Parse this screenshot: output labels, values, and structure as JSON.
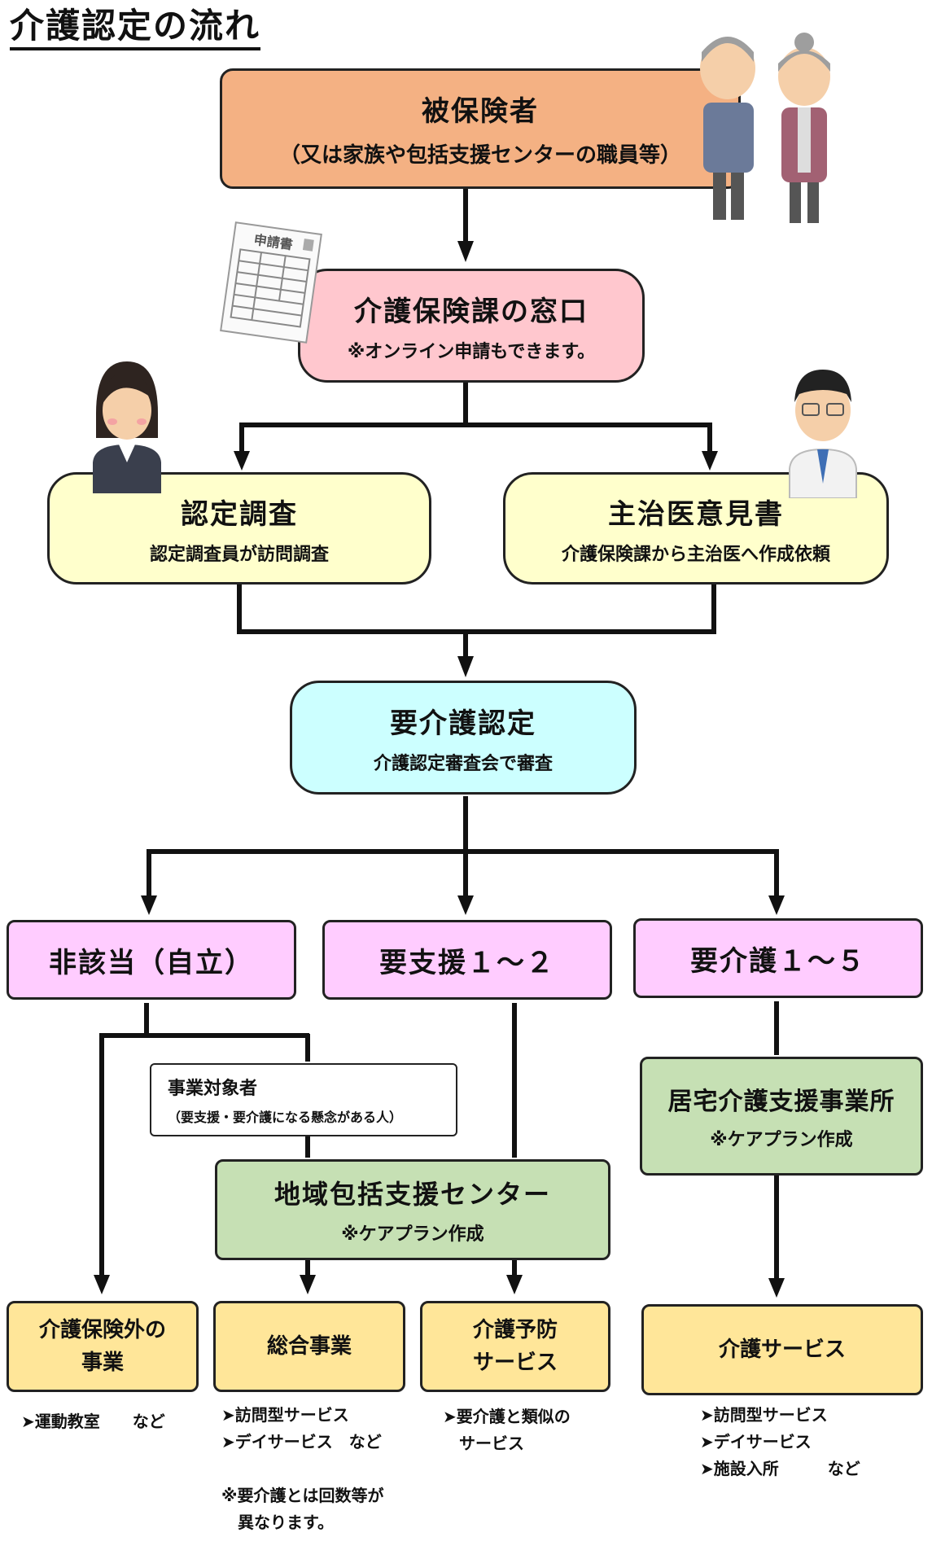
{
  "title": "介護認定の流れ",
  "nodes": {
    "insured": {
      "title": "被保険者",
      "sub": "（又は家族や包括支援センターの職員等）",
      "color": "#f4b183"
    },
    "counter": {
      "title": "介護保険課の窓口",
      "sub": "※オンライン申請もできます。",
      "color": "#ffc7ce"
    },
    "survey": {
      "title": "認定調査",
      "sub": "認定調査員が訪問調査",
      "color": "#ffffcc"
    },
    "doctor": {
      "title": "主治医意見書",
      "sub": "介護保険課から主治医へ作成依頼",
      "color": "#ffffcc"
    },
    "certification": {
      "title": "要介護認定",
      "sub": "介護認定審査会で審査",
      "color": "#ccffff"
    },
    "not_applicable": {
      "title": "非該当（自立）",
      "color": "#ffccff"
    },
    "support": {
      "title": "要支援１～２",
      "color": "#ffccff"
    },
    "care": {
      "title": "要介護１～５",
      "color": "#ffccff"
    },
    "business_target": {
      "title": "事業対象者",
      "sub": "（要支援・要介護になる懸念がある人）",
      "color": "#ffffff"
    },
    "home_care_office": {
      "title": "居宅介護支援事業所",
      "sub": "※ケアプラン作成",
      "color": "#c6e0b4"
    },
    "community_center": {
      "title": "地域包括支援センター",
      "sub": "※ケアプラン作成",
      "color": "#c6e0b4"
    },
    "non_insurance": {
      "title_l1": "介護保険外の",
      "title_l2": "事業",
      "color": "#ffe699"
    },
    "general_business": {
      "title": "総合事業",
      "color": "#ffe699"
    },
    "prevention": {
      "title_l1": "介護予防",
      "title_l2": "サービス",
      "color": "#ffe699"
    },
    "care_service": {
      "title": "介護サービス",
      "color": "#ffe699"
    }
  },
  "notes": {
    "non_insurance": [
      "➤運動教室　　など"
    ],
    "general_business": [
      "➤訪問型サービス",
      "➤デイサービス　など",
      "",
      "※要介護とは回数等が",
      "　異なります。"
    ],
    "prevention": [
      "➤要介護と類似の",
      "　サービス"
    ],
    "care_service": [
      "➤訪問型サービス",
      "➤デイサービス",
      "➤施設入所　　　など"
    ]
  },
  "illustrations": {
    "form_label": "申請書",
    "elderly": "elderly-couple-illustration",
    "investigator": "investigator-woman-illustration",
    "doctor": "doctor-illustration"
  }
}
